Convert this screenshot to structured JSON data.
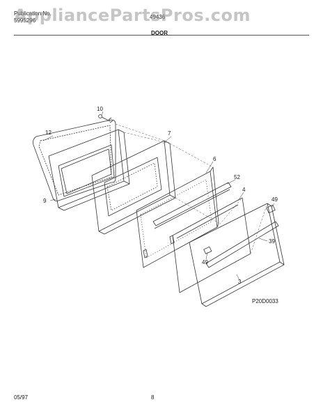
{
  "header": {
    "publication_label": "Publication No.",
    "publication_number": "5995296",
    "model": "49436",
    "section_title": "DOOR"
  },
  "watermark": "AppliancePartsPros.com",
  "callouts": [
    "10",
    "12",
    "7",
    "6",
    "52",
    "4",
    "49",
    "39",
    "49",
    "3",
    "9"
  ],
  "diagram_code": "P20D0033",
  "footer": {
    "date": "05/97",
    "page": "8"
  }
}
